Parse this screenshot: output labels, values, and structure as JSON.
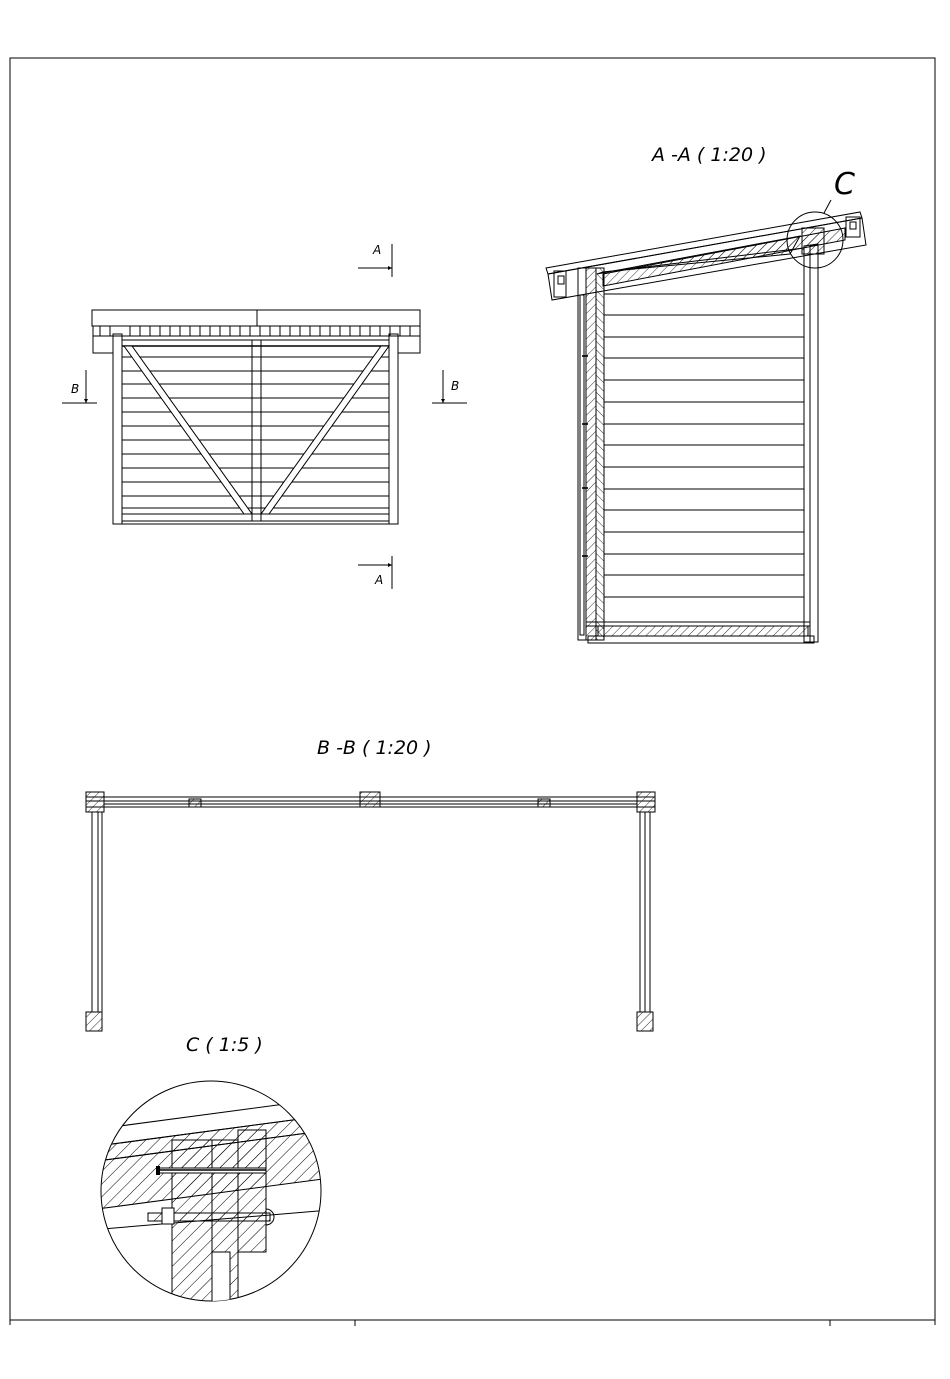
{
  "labels": {
    "section_aa": "A -A  ( 1:20 )",
    "section_bb": "B -B  ( 1:20 )",
    "detail_c": "C  ( 1:5 )",
    "detail_marker": "C",
    "cut_a": "A",
    "cut_b": "B"
  }
}
